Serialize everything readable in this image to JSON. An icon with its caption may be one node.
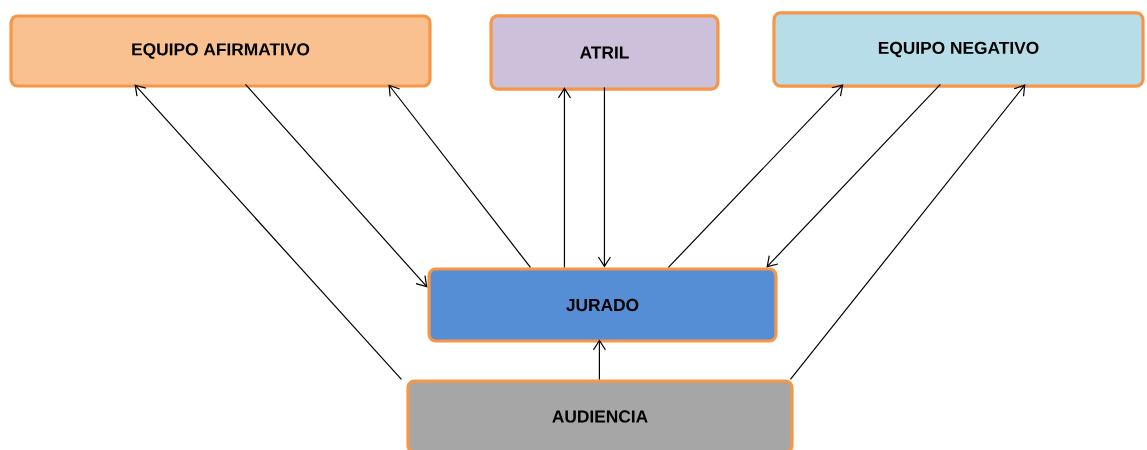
{
  "diagram": {
    "nodes": [
      {
        "text": [
          "EQUIPO AFIRMATIVO"
        ]
      },
      {
        "text": [
          "ATRIL"
        ]
      },
      {
        "text": [
          "EQUIPO NEGATIVO"
        ]
      },
      {
        "text": [
          "JURADO"
        ]
      },
      {
        "text": [
          "AUDIENCIA"
        ]
      }
    ],
    "edges": [
      {
        "from": 4,
        "to": 0,
        "arrow": "to"
      },
      {
        "from": 0,
        "to": 3,
        "arrow": "to"
      },
      {
        "from": 3,
        "to": 0,
        "arrow": "to"
      },
      {
        "from": 3,
        "to": 1,
        "arrow": "to"
      },
      {
        "from": 1,
        "to": 3,
        "arrow": "to"
      },
      {
        "from": 3,
        "to": 2,
        "arrow": "to"
      },
      {
        "from": 2,
        "to": 3,
        "arrow": "to"
      },
      {
        "from": 4,
        "to": 2,
        "arrow": "to"
      },
      {
        "from": 4,
        "to": 3,
        "arrow": "to"
      }
    ]
  }
}
